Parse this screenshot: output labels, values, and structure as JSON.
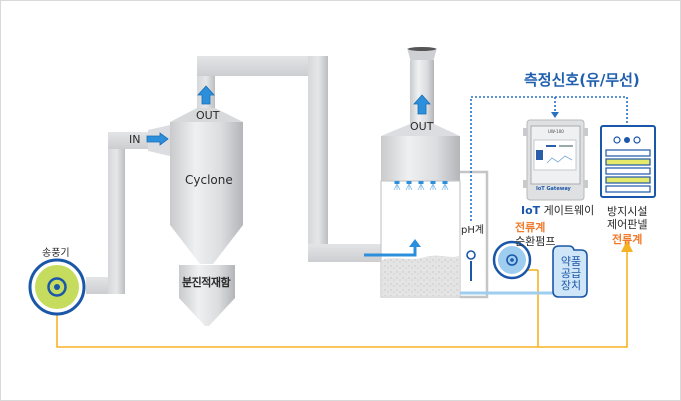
{
  "title": "측정신호(유/무선)",
  "colors": {
    "duct": "#d9dadc",
    "flow_arrow": "#2c8fdb",
    "signal_line": "#2a6fc4",
    "power_line": "#f5b324",
    "accent_orange": "#f07a2a",
    "fan_green": "#c6dc5e",
    "fan_ring": "#1b57a8",
    "pump_fill": "#9fcdf0",
    "chem_fill": "#cfe6f8"
  },
  "blower": {
    "label": "송풍기"
  },
  "cyclone": {
    "in_label": "IN",
    "out_label": "OUT",
    "name": "Cyclone",
    "hopper_label": "분진적재함"
  },
  "scrubber": {
    "out_label": "OUT",
    "ph_label": "pH계",
    "nozzle_count": 5
  },
  "pump": {
    "current_label": "전류계",
    "name": "순환펌프"
  },
  "chemical_supply": {
    "lines": [
      "약품",
      "공급",
      "장치"
    ]
  },
  "iot_gateway": {
    "brand": "IoT",
    "name": "게이트웨이",
    "screen_header": "UW-100",
    "case_label": "IoT Gateway"
  },
  "control_panel": {
    "line1": "방지시설",
    "line2": "제어판넬",
    "current_label": "전류계"
  }
}
